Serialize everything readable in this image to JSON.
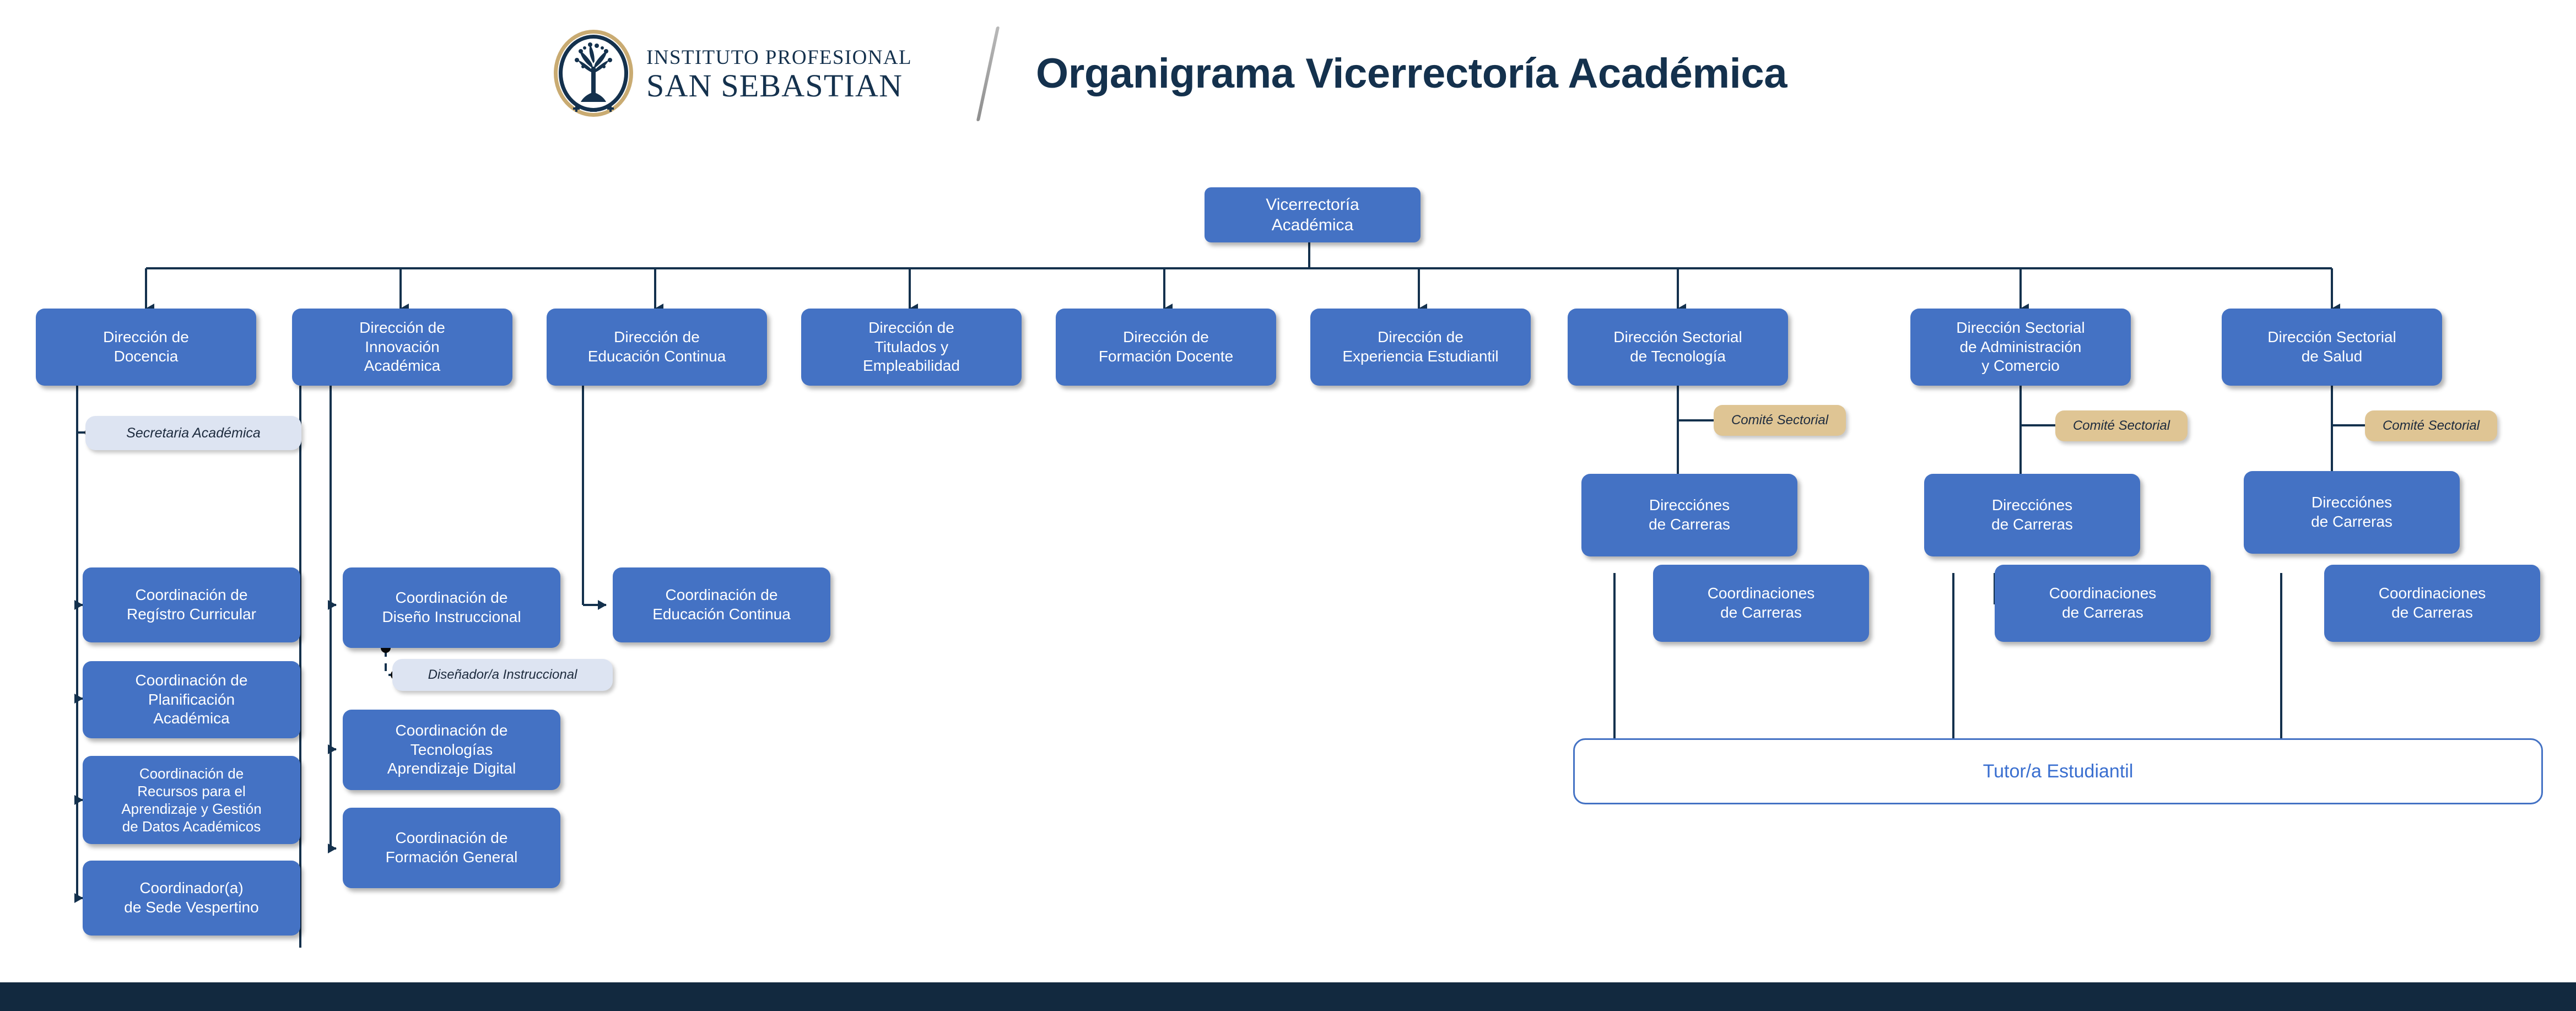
{
  "header": {
    "logo": {
      "institution_line1": "INSTITUTO PROFESIONAL",
      "institution_line2": "SAN SEBASTIAN",
      "mark_icon": "tree-crest-icon"
    },
    "title": "Organigrama Vicerrectoría Académica"
  },
  "chart_data": {
    "type": "diagram",
    "title": "Organigrama Vicerrectoría Académica",
    "colors": {
      "node_blue": "#4472c4",
      "node_text": "#ffffff",
      "staff_pill": "#dde4f2",
      "committee_tan": "#dfc594",
      "outline_blue": "#4472c4",
      "connector": "#14314d",
      "brand_navy": "#14314d",
      "brand_gold": "#c9ab72",
      "footer": "#12293f"
    }
  },
  "root": {
    "label": "Vicerrectoría\nAcadémica"
  },
  "directorates": [
    {
      "id": "docencia",
      "label": "Dirección de\nDocencia"
    },
    {
      "id": "innovacion",
      "label": "Dirección de\nInnovación\nAcadémica"
    },
    {
      "id": "continua",
      "label": "Dirección de\nEducación Continua"
    },
    {
      "id": "titulados",
      "label": "Dirección de\nTitulados y\nEmpleabilidad"
    },
    {
      "id": "formacion",
      "label": "Dirección de\nFormación Docente"
    },
    {
      "id": "experiencia",
      "label": "Dirección de\nExperiencia Estudiantil"
    },
    {
      "id": "sec-tecnologia",
      "label": "Dirección Sectorial\nde Tecnología"
    },
    {
      "id": "sec-admin",
      "label": "Dirección Sectorial\nde Administración\ny Comercio"
    },
    {
      "id": "sec-salud",
      "label": "Dirección Sectorial\nde Salud"
    }
  ],
  "staff": {
    "secretaria_academica": "Secretaria Académica",
    "disenador_instruccional": "Diseñador/a Instruccional"
  },
  "committees": [
    {
      "id": "comite-tec",
      "label": "Comité Sectorial"
    },
    {
      "id": "comite-admin",
      "label": "Comité Sectorial"
    },
    {
      "id": "comite-salud",
      "label": "Comité Sectorial"
    }
  ],
  "docencia_children": [
    {
      "label": "Coordinación de\nRegístro Curricular"
    },
    {
      "label": "Coordinación de\nPlanificación\nAcadémica"
    },
    {
      "label": "Coordinación de\nRecursos para el\nAprendizaje y Gestión\nde Datos Académicos"
    },
    {
      "label": "Coordinador(a)\nde Sede Vespertino"
    }
  ],
  "innovacion_children": [
    {
      "label": "Coordinación de\nDiseño Instruccional"
    },
    {
      "label": "Coordinación de\nTecnologías\nAprendizaje Digital"
    },
    {
      "label": "Coordinación de\nFormación General"
    }
  ],
  "continua_children": [
    {
      "label": "Coordinación de\nEducación Continua"
    }
  ],
  "sectorial_branches": [
    {
      "id": "tecnologia",
      "directions": "Direcciónes\nde Carreras",
      "coordinations": "Coordinaciones\nde Carreras"
    },
    {
      "id": "administracion",
      "directions": "Direcciónes\nde Carreras",
      "coordinations": "Coordinaciones\nde Carreras"
    },
    {
      "id": "salud",
      "directions": "Direcciónes\nde Carreras",
      "coordinations": "Coordinaciones\nde Carreras"
    }
  ],
  "tutor": {
    "label": "Tutor/a Estudiantil"
  }
}
